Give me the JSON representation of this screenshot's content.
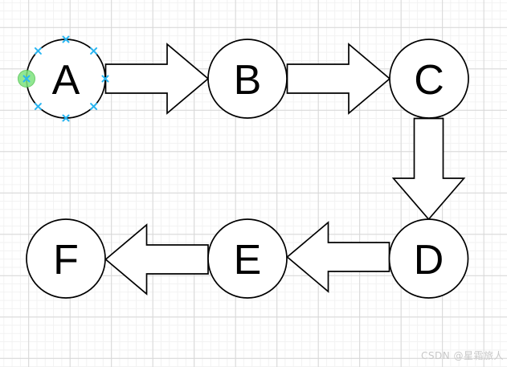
{
  "canvas": {
    "background_color": "#ffffff",
    "grid_minor_color": "#f2f2f2",
    "grid_major_color": "#d7d7d7"
  },
  "diagram": {
    "shape_fill": "#ffffff",
    "shape_stroke": "#000000",
    "nodes": [
      {
        "id": "A",
        "label": "A"
      },
      {
        "id": "B",
        "label": "B"
      },
      {
        "id": "C",
        "label": "C"
      },
      {
        "id": "D",
        "label": "D"
      },
      {
        "id": "E",
        "label": "E"
      },
      {
        "id": "F",
        "label": "F"
      }
    ],
    "edges": [
      {
        "from": "A",
        "to": "B",
        "style": "block-arrow",
        "direction": "right"
      },
      {
        "from": "B",
        "to": "C",
        "style": "block-arrow",
        "direction": "right"
      },
      {
        "from": "C",
        "to": "D",
        "style": "block-arrow",
        "direction": "down"
      },
      {
        "from": "D",
        "to": "E",
        "style": "block-arrow",
        "direction": "left"
      },
      {
        "from": "E",
        "to": "F",
        "style": "block-arrow",
        "direction": "left"
      }
    ],
    "hover_state": {
      "node": "A",
      "connection_point_color": "#29b6f2",
      "active_connection_point": "west",
      "active_connection_point_color": "#7ee37e"
    }
  },
  "watermark": {
    "text": "CSDN @星霜旅人",
    "color": "#c8c8c8"
  }
}
